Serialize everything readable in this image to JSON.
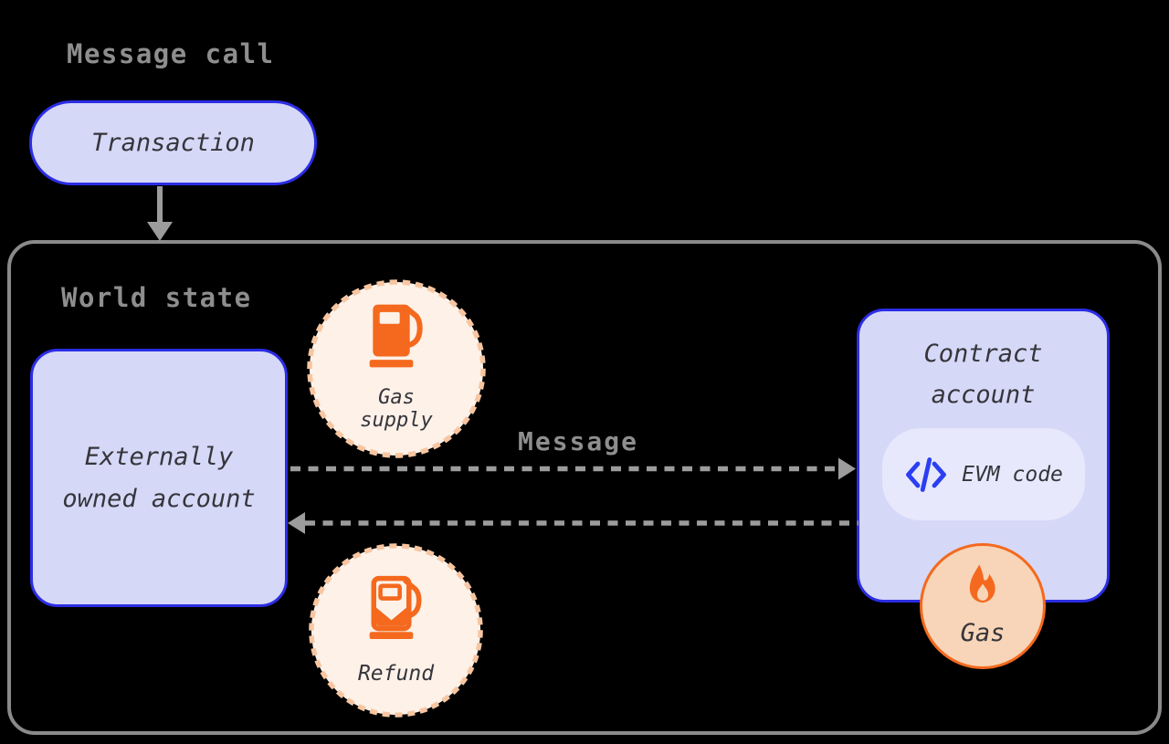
{
  "colors": {
    "background": "#000000",
    "lavender": "#d6d8f7",
    "lavender_light": "#e7e8fc",
    "blue": "#2b2de4",
    "code_blue": "#2a3ef2",
    "orange": "#f4691e",
    "peach_light": "#fdf1e8",
    "peach": "#f8d5b8",
    "peach_dash": "#f7c6a1",
    "gray_label": "#8e8e8e",
    "gray_border": "#8a8a8a",
    "gray_arrow": "#9c9c9c",
    "text_dark": "#35353b"
  },
  "header": {
    "title": "Message call"
  },
  "transaction": {
    "label": "Transaction"
  },
  "world_state": {
    "label": "World state"
  },
  "eoa": {
    "line1": "Externally",
    "line2": "owned account"
  },
  "gas_supply": {
    "line1": "Gas",
    "line2": "supply"
  },
  "refund": {
    "label": "Refund"
  },
  "message_flow": {
    "label": "Message"
  },
  "contract": {
    "line1": "Contract",
    "line2": "account"
  },
  "evm": {
    "label": "EVM code"
  },
  "gas": {
    "label": "Gas"
  }
}
